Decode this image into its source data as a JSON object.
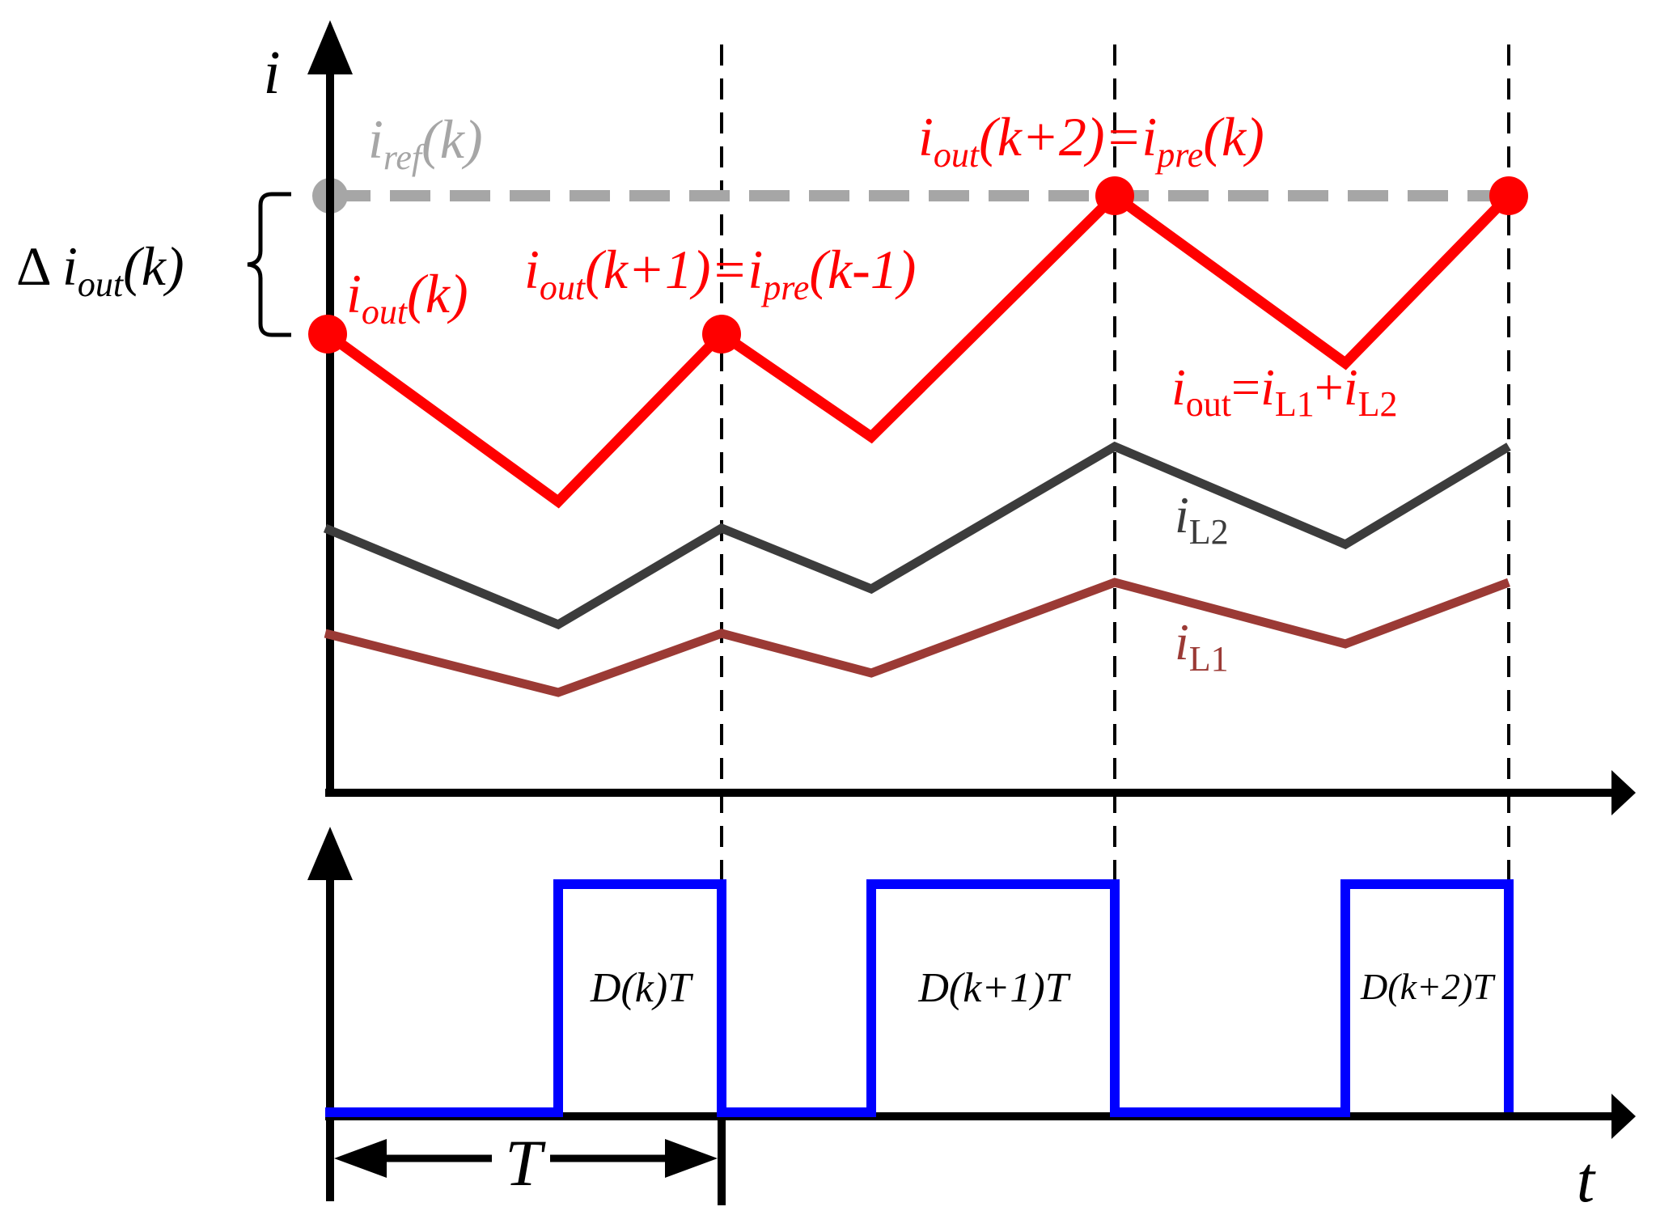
{
  "colors": {
    "axis": "#000000",
    "ref": "#a6a6a6",
    "iout": "#ff0000",
    "il2": "#3c3c3c",
    "il1": "#9b3a35",
    "pulse": "#0000ff",
    "vline": "#000000"
  },
  "labels": {
    "axis_i": "i",
    "axis_t": "t",
    "iref": {
      "base": "i",
      "sub": "ref",
      "rest": "(k)"
    },
    "delta": {
      "pre": "Δ ",
      "base": "i",
      "sub": "out",
      "rest": "(k)"
    },
    "iout_k": {
      "base": "i",
      "sub": "out",
      "rest": "(k)"
    },
    "iout_k1": {
      "base": "i",
      "sub": "out",
      "mid": "(k+1)=",
      "base2": "i",
      "sub2": "pre",
      "rest": "(k-1)"
    },
    "iout_k2": {
      "base": "i",
      "sub": "out",
      "mid": "(k+2)=",
      "base2": "i",
      "sub2": "pre",
      "rest": "(k)"
    },
    "iout_sum": {
      "base": "i",
      "sub": "out",
      "eq": "=",
      "b1": "i",
      "s1": "L1",
      "plus": "+",
      "b2": "i",
      "s2": "L2"
    },
    "il2": {
      "base": "i",
      "sub": "L2"
    },
    "il1": {
      "base": "i",
      "sub": "L1"
    },
    "period": "T",
    "duty": [
      "D(k)T",
      "D(k+1)T",
      "D(k+2)T"
    ]
  }
}
